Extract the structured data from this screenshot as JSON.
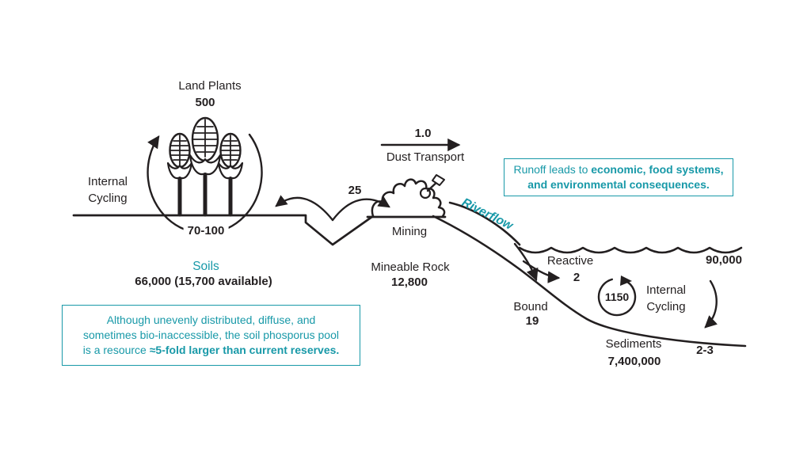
{
  "colors": {
    "ink": "#231f20",
    "accent_teal": "#1899a8",
    "background": "#ffffff"
  },
  "diagram": {
    "land_plants": {
      "label": "Land Plants",
      "stock": "500"
    },
    "internal_cycling_land": {
      "line1": "Internal",
      "line2": "Cycling"
    },
    "plant_soil_exchange_flux": "70-100",
    "soils": {
      "label": "Soils",
      "stock": "66,000 (15,700 available)"
    },
    "dust_transport": {
      "flux": "1.0",
      "label": "Dust Transport"
    },
    "mining_flux": "25",
    "mining": {
      "label": "Mining"
    },
    "mineable_rock": {
      "label": "Mineable Rock",
      "stock": "12,800"
    },
    "riverflow": {
      "label": "Riverflow"
    },
    "reactive": {
      "label": "Reactive",
      "flux": "2"
    },
    "bound": {
      "label": "Bound",
      "flux": "19"
    },
    "ocean": {
      "stock": "90,000"
    },
    "internal_cycling_ocean": {
      "flux": "1150",
      "line1": "Internal",
      "line2": "Cycling"
    },
    "burial_flux": "2-3",
    "sediments": {
      "label": "Sediments",
      "stock": "7,400,000"
    }
  },
  "callouts": {
    "runoff": {
      "text_normal": "Runoff leads to ",
      "text_bold_line1": "economic, food systems,",
      "text_bold_line2": "and environmental consequences."
    },
    "soil_pool": {
      "line1": "Although unevenly distributed, diffuse, and",
      "line2": "sometimes bio-inaccessible, the soil phosporus pool",
      "line3_normal": "is a resource ",
      "line3_bold": "≈5-fold larger than current reserves."
    }
  }
}
